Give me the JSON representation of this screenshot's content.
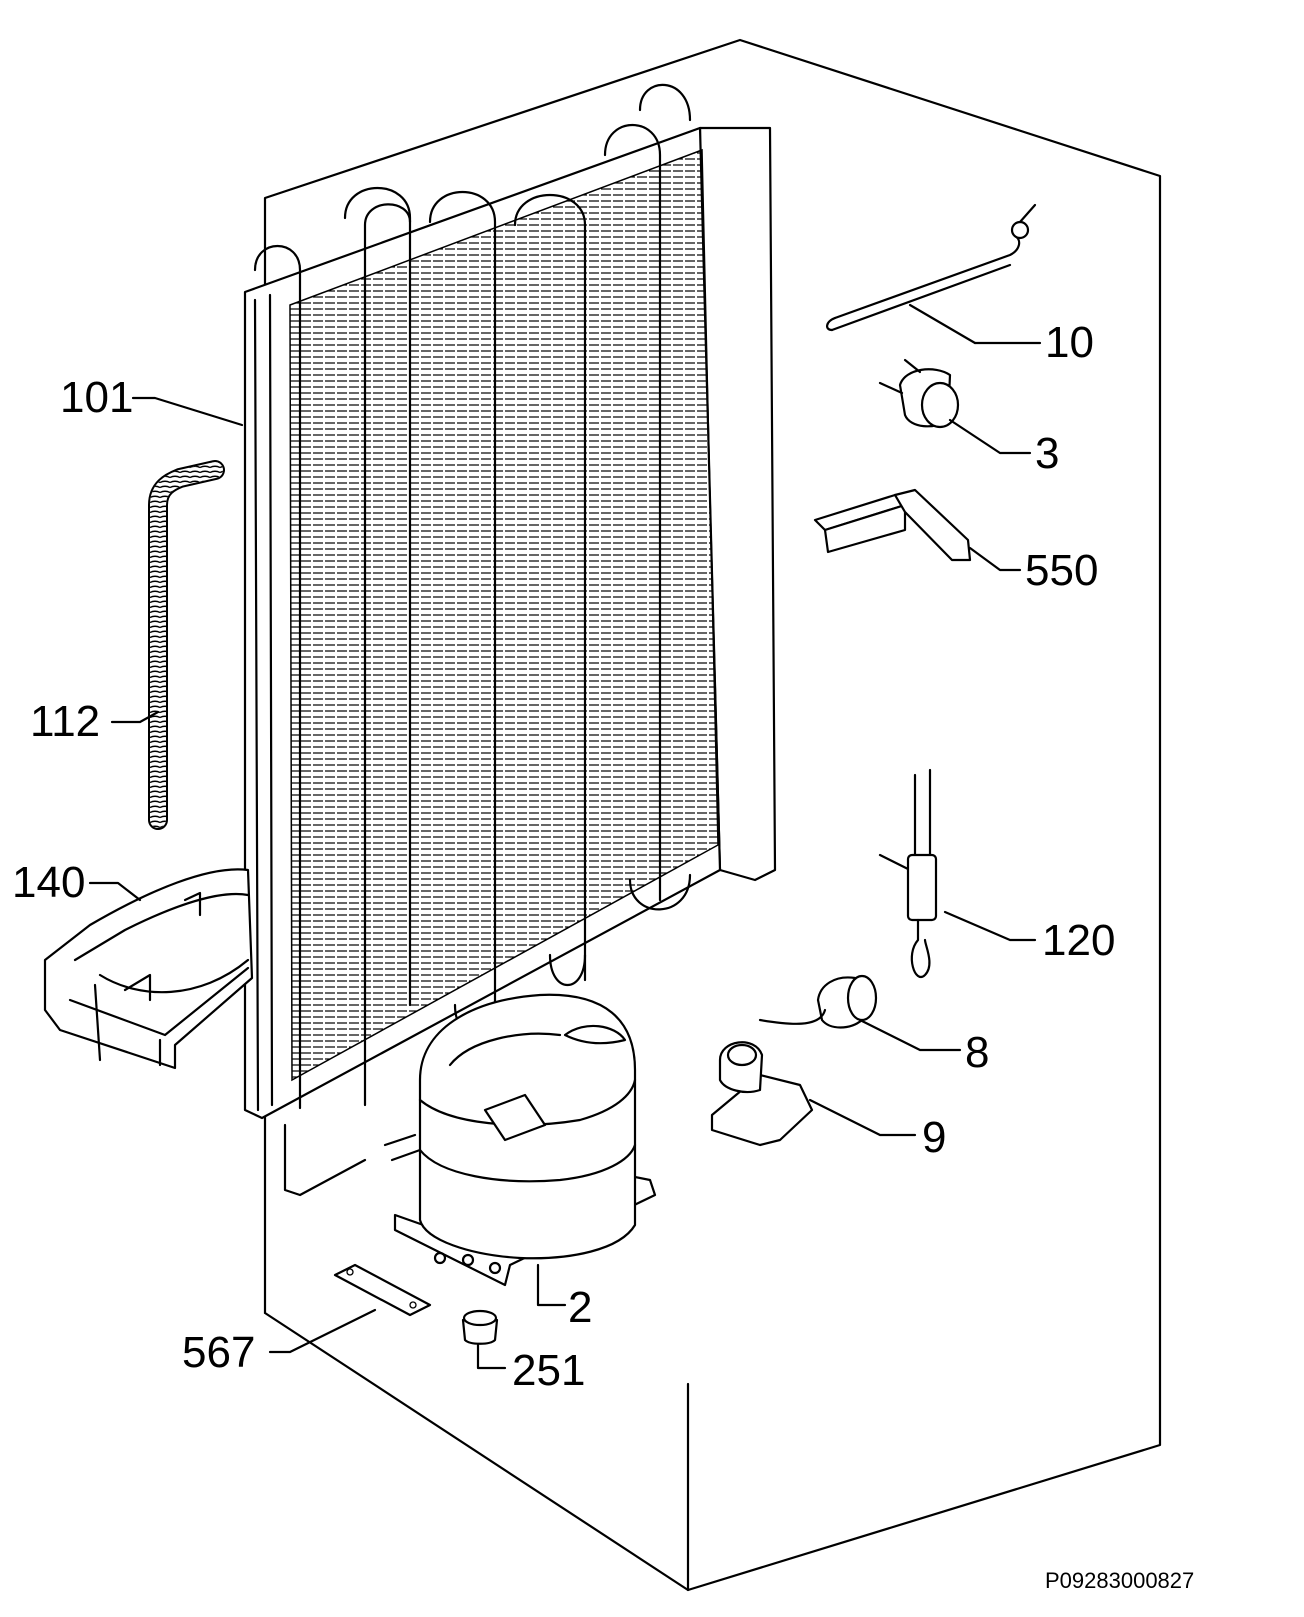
{
  "diagram": {
    "callouts": {
      "c101": "101",
      "c10": "10",
      "c3": "3",
      "c550": "550",
      "c112": "112",
      "c140": "140",
      "c120": "120",
      "c8": "8",
      "c9": "9",
      "c2": "2",
      "c567": "567",
      "c251": "251"
    },
    "drawing_code": "P09283000827"
  }
}
